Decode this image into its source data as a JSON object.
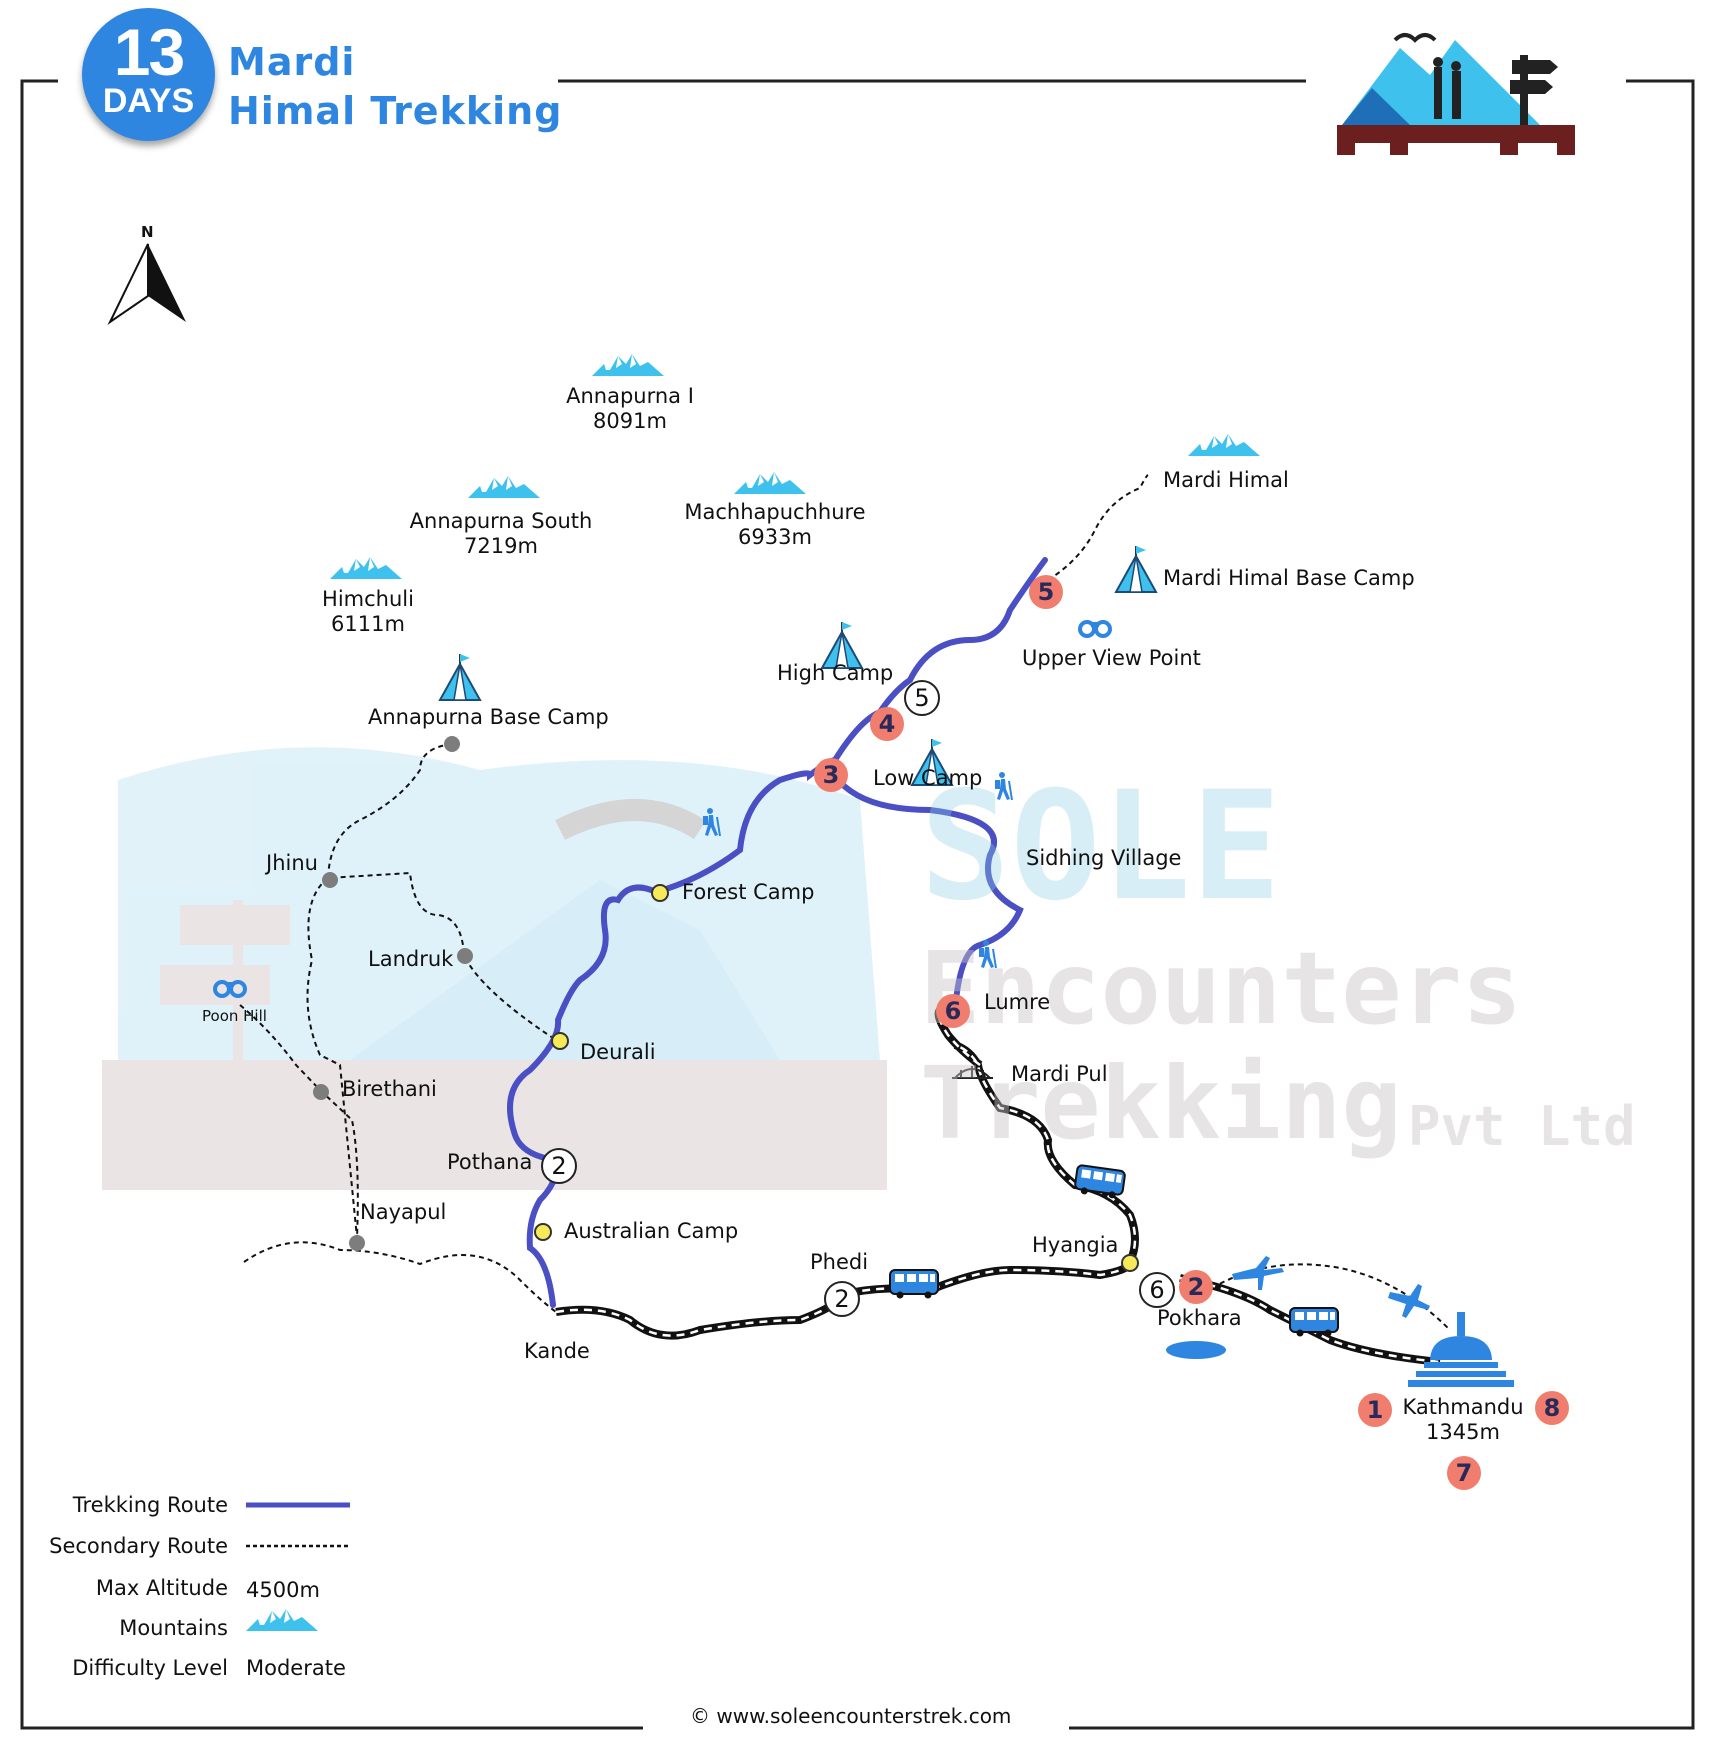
{
  "title": {
    "days_number": "13",
    "days_unit": "DAYS",
    "line1": "Mardi",
    "line2": "Himal Trekking"
  },
  "compass": {
    "label": "N"
  },
  "watermark": {
    "line1": "SOLE",
    "line2": "Encounters",
    "line3": "Trekking",
    "line3b": "Pvt Ltd"
  },
  "mountains": [
    {
      "name": "Annapurna I",
      "altitude": "8091m"
    },
    {
      "name": "Annapurna South",
      "altitude": "7219m"
    },
    {
      "name": "Machhapuchhure",
      "altitude": "6933m"
    },
    {
      "name": "Himchuli",
      "altitude": "6111m"
    },
    {
      "name": "Mardi Himal",
      "altitude": ""
    }
  ],
  "places": {
    "annapurna_base_camp": "Annapurna Base Camp",
    "mardi_himal_base_camp": "Mardi Himal Base Camp",
    "upper_view_point": "Upper View Point",
    "high_camp": "High Camp",
    "low_camp": "Low Camp",
    "sidhing_village": "Sidhing Village",
    "forest_camp": "Forest Camp",
    "lumre": "Lumre",
    "mardi_pul": "Mardi Pul",
    "jhinu": "Jhinu",
    "landruk": "Landruk",
    "poon_hill": "Poon Hill",
    "deurali": "Deurali",
    "birethani": "Birethani",
    "pothana": "Pothana",
    "nayapul": "Nayapul",
    "australian_camp": "Australian Camp",
    "phedi": "Phedi",
    "hyangia": "Hyangia",
    "pokhara": "Pokhara",
    "kande": "Kande",
    "kathmandu": "Kathmandu",
    "kathmandu_altitude": "1345m"
  },
  "day_markers": {
    "red": [
      "5",
      "4",
      "3",
      "6",
      "2",
      "1",
      "8",
      "7"
    ],
    "white": [
      "5",
      "2",
      "2",
      "6"
    ]
  },
  "legend": {
    "trekking_route": "Trekking Route",
    "secondary_route": "Secondary Route",
    "max_altitude_label": "Max Altitude",
    "max_altitude_value": "4500m",
    "mountains_label": "Mountains",
    "difficulty_label": "Difficulty Level",
    "difficulty_value": "Moderate"
  },
  "footer": {
    "website": "www.soleencounterstrek.com",
    "copyright_symbol": "©"
  },
  "colors": {
    "trekking_route": "#4b4fc4",
    "road": "#111111",
    "marker_red": "#f07d6e",
    "accent_blue": "#2e86e0",
    "mountain_blue": "#3fc1ee",
    "stop_yellow": "#f7ea5a",
    "stop_grey": "#7d7d7d"
  }
}
